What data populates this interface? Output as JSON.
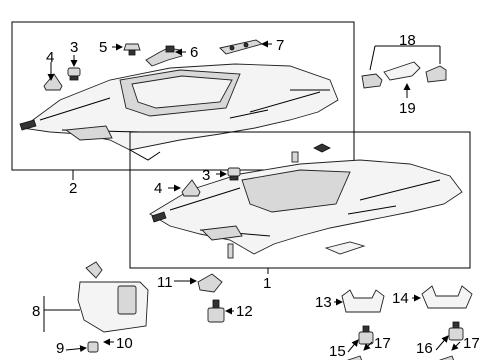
{
  "diagram": {
    "callouts": {
      "c1": "1",
      "c2": "2",
      "c3a": "3",
      "c3b": "3",
      "c4a": "4",
      "c4b": "4",
      "c5": "5",
      "c6": "6",
      "c7": "7",
      "c8": "8",
      "c9": "9",
      "c10": "10",
      "c11": "11",
      "c12": "12",
      "c13": "13",
      "c14": "14",
      "c15": "15",
      "c16": "16",
      "c17a": "17",
      "c17b": "17",
      "c18": "18",
      "c19": "19"
    }
  }
}
